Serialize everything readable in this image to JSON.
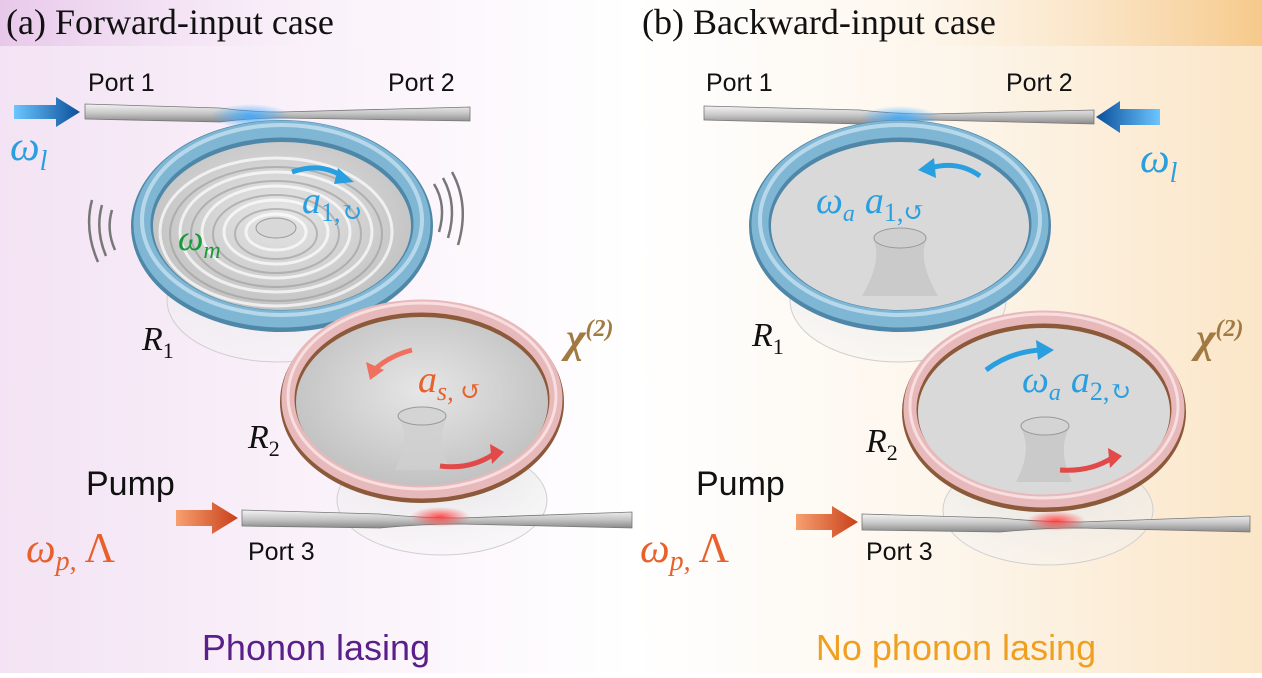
{
  "panel_a": {
    "title": "(a) Forward-input case",
    "port1": "Port 1",
    "port2": "Port 2",
    "port3": "Port 3",
    "input_symbol": "ω",
    "input_sub": "l",
    "mech_symbol": "ω",
    "mech_sub": "m",
    "mode1_symbol": "a",
    "mode1_sub": "1,↻",
    "mode2_symbol": "a",
    "mode2_sub": "s, ↺",
    "chi_base": "χ",
    "chi_sup": "(2)",
    "r1": "R",
    "r1_sub": "1",
    "r2": "R",
    "r2_sub": "2",
    "pump_label": "Pump",
    "pump_symbol": "ω",
    "pump_sub": "p,",
    "pump_lambda": "Λ",
    "caption": "Phonon lasing"
  },
  "panel_b": {
    "title": "(b) Backward-input case",
    "port1": "Port 1",
    "port2": "Port 2",
    "port3": "Port 3",
    "input_symbol": "ω",
    "input_sub": "l",
    "mode1_freq": "ω",
    "mode1_freq_sub": "a",
    "mode1_symbol": "a",
    "mode1_sub": "1,↺",
    "mode2_freq": "ω",
    "mode2_freq_sub": "a",
    "mode2_symbol": "a",
    "mode2_sub": "2,↻",
    "chi_base": "χ",
    "chi_sup": "(2)",
    "r1": "R",
    "r1_sub": "1",
    "r2": "R",
    "r2_sub": "2",
    "pump_label": "Pump",
    "pump_symbol": "ω",
    "pump_sub": "p,",
    "pump_lambda": "Λ",
    "caption": "No phonon lasing"
  },
  "colors": {
    "blue": "#2a9fe0",
    "orange": "#e8612c",
    "green": "#1a9a3a",
    "brown": "#a07a40",
    "purple": "#5a1f8a",
    "amber": "#f0a020",
    "ring_blue": "#6fa8c8",
    "ring_pink": "#e7b9bb"
  }
}
